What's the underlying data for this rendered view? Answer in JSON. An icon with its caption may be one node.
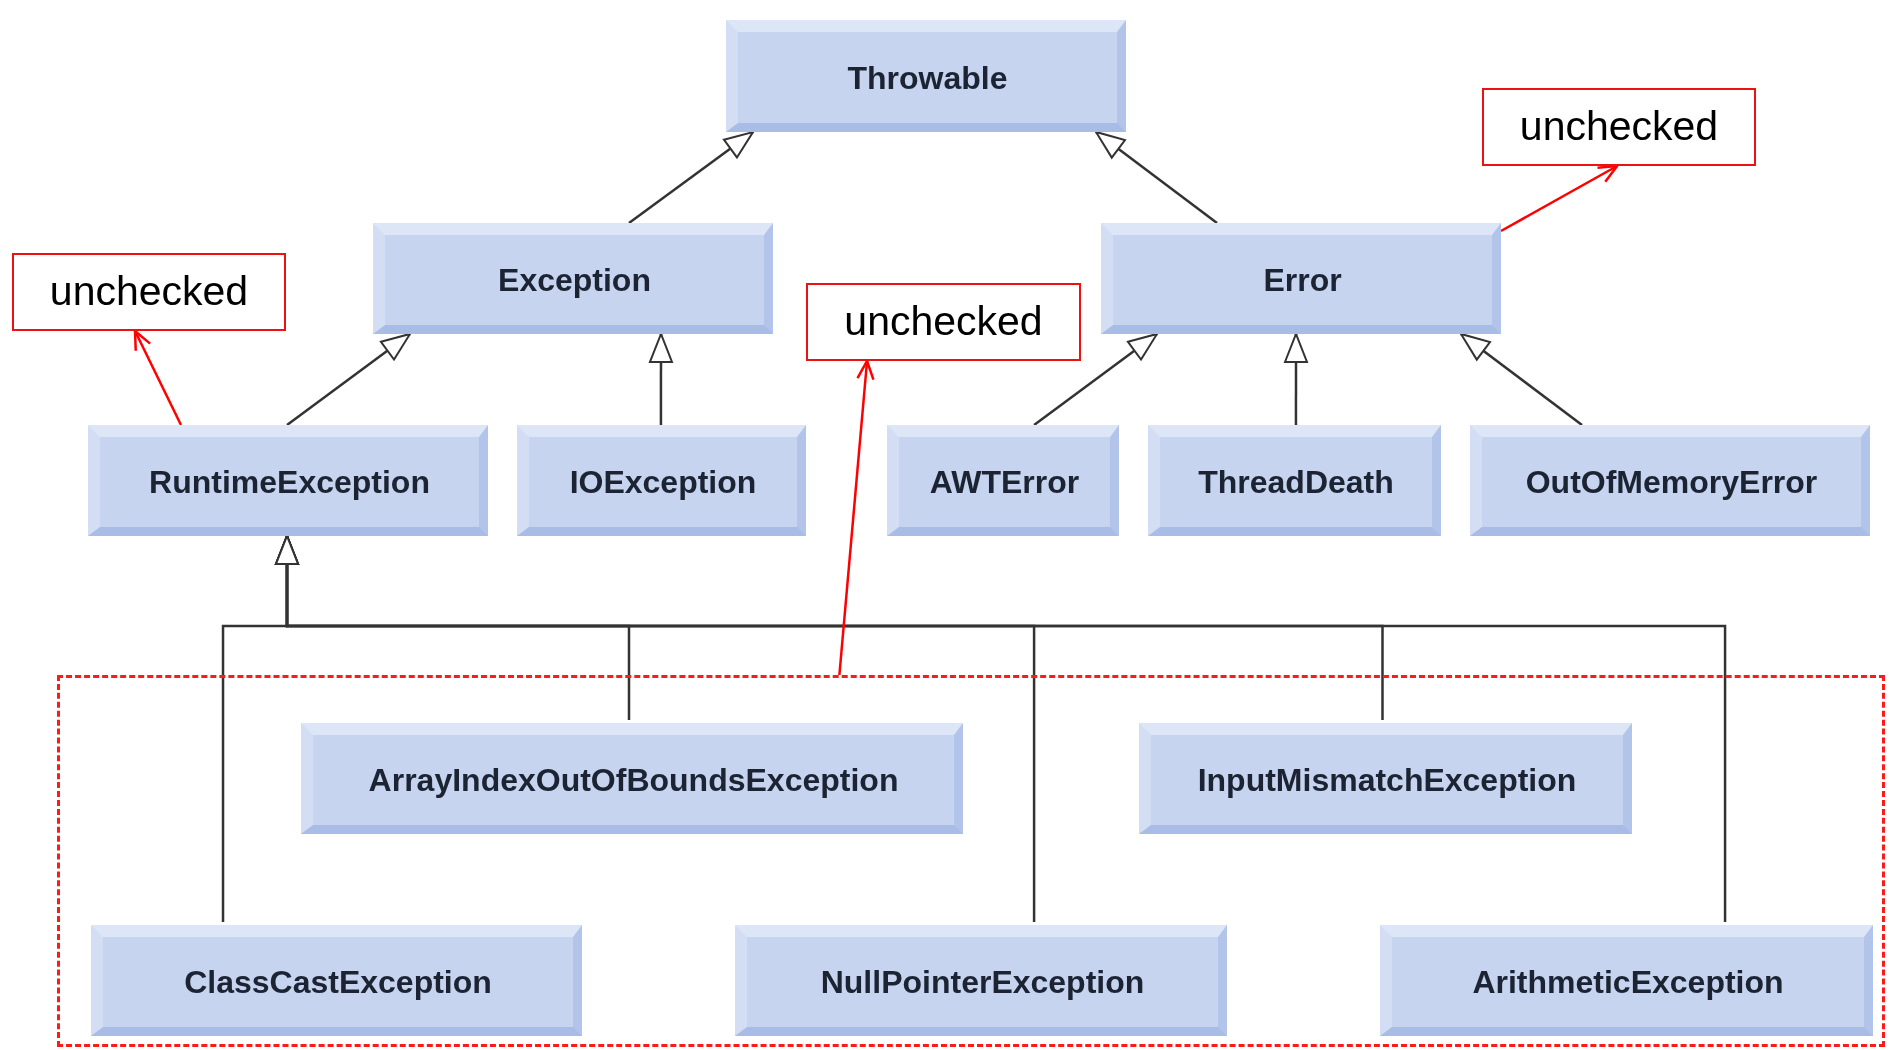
{
  "diagram": {
    "nodes": [
      {
        "text": [
          "Throwable"
        ]
      },
      {
        "text": [
          "Exception"
        ]
      },
      {
        "text": [
          "Error"
        ]
      },
      {
        "text": [
          "RuntimeException"
        ]
      },
      {
        "text": [
          "IOException"
        ]
      },
      {
        "text": [
          "AWTError"
        ]
      },
      {
        "text": [
          "ThreadDeath"
        ]
      },
      {
        "text": [
          "OutOfMemoryError"
        ]
      },
      {
        "text": [],
        "shape": "box"
      },
      {
        "text": [
          "ArrayIndexOutOfBoundsException"
        ],
        "in": 8
      },
      {
        "text": [
          "InputMismatchException"
        ],
        "in": 8
      },
      {
        "text": [
          "ClassCastException"
        ],
        "in": 8
      },
      {
        "text": [
          "NullPointerException"
        ],
        "in": 8
      },
      {
        "text": [
          "ArithmeticException"
        ],
        "in": 8
      },
      {
        "text": [
          "unchecked"
        ]
      },
      {
        "text": [
          "unchecked"
        ]
      },
      {
        "text": [
          "unchecked"
        ]
      }
    ],
    "edges": [
      {
        "from": 1,
        "to": 0,
        "arrow": "to"
      },
      {
        "from": 2,
        "to": 0,
        "arrow": "to"
      },
      {
        "from": 3,
        "to": 1,
        "arrow": "to"
      },
      {
        "from": 4,
        "to": 1,
        "arrow": "to"
      },
      {
        "from": 5,
        "to": 2,
        "arrow": "to"
      },
      {
        "from": 6,
        "to": 2,
        "arrow": "to"
      },
      {
        "from": 7,
        "to": 2,
        "arrow": "to"
      },
      {
        "from": 11,
        "to": 3,
        "arrow": "to"
      },
      {
        "from": 9,
        "to": 3,
        "arrow": "to"
      },
      {
        "from": 12,
        "to": 3,
        "arrow": "to"
      },
      {
        "from": 10,
        "to": 3,
        "arrow": "to"
      },
      {
        "from": 13,
        "to": 3,
        "arrow": "to"
      },
      {
        "from": 3,
        "to": 14,
        "arrow": "to",
        "color": "#ff0000"
      },
      {
        "from": 8,
        "to": 15,
        "arrow": "to",
        "color": "#ff0000"
      },
      {
        "from": 2,
        "to": 16,
        "arrow": "to",
        "color": "#ff0000"
      }
    ]
  }
}
